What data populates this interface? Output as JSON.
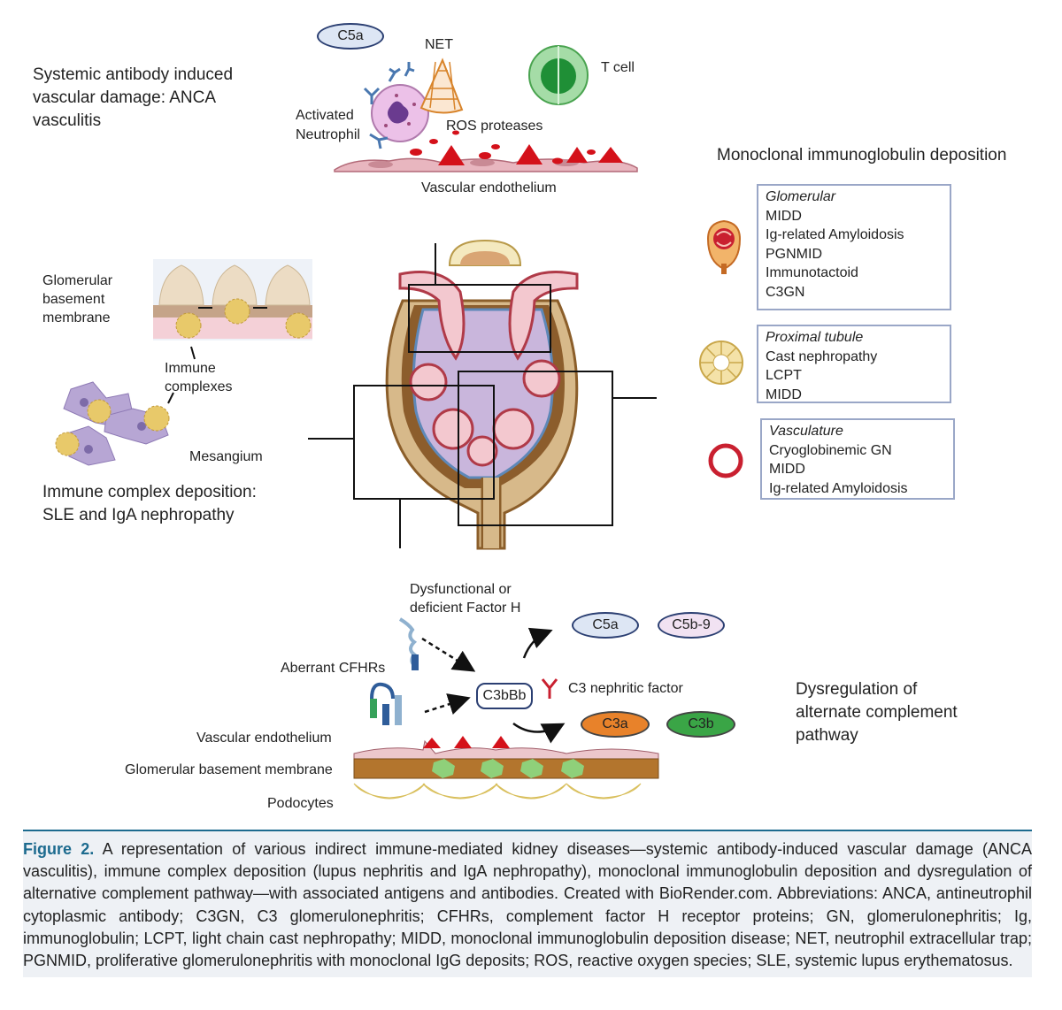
{
  "anca": {
    "heading": [
      "Systemic antibody induced",
      "vascular damage: ANCA",
      "vasculitis"
    ],
    "c5a": "C5a",
    "net": "NET",
    "t_cell": "T cell",
    "activated_neutrophil": [
      "Activated",
      "Neutrophil"
    ],
    "ros": "ROS proteases",
    "vascular_endothelium": "Vascular endothelium"
  },
  "monoclonal": {
    "heading": "Monoclonal immunoglobulin deposition",
    "glomerular": {
      "header": "Glomerular",
      "items": [
        "MIDD",
        "Ig-related Amyloidosis",
        "PGNMID",
        "Immunotactoid",
        "C3GN"
      ]
    },
    "proximal": {
      "header": "Proximal tubule",
      "items": [
        "Cast nephropathy",
        "LCPT",
        "MIDD"
      ]
    },
    "vasculature": {
      "header": "Vasculature",
      "items": [
        "Cryoglobinemic GN",
        "MIDD",
        "Ig-related Amyloidosis"
      ]
    }
  },
  "immune": {
    "gbm": [
      "Glomerular",
      "basement",
      "membrane"
    ],
    "immune_complexes": [
      "Immune",
      "complexes"
    ],
    "mesangium": "Mesangium",
    "heading": [
      "Immune complex deposition:",
      "SLE and IgA nephropathy"
    ]
  },
  "complement": {
    "factor_h": [
      "Dysfunctional or",
      "deficient Factor H"
    ],
    "aberrant": "Aberrant CFHRs",
    "c3bbb": "C3bBb",
    "c5a": "C5a",
    "c5b9": "C5b-9",
    "c3nef": "C3 nephritic factor",
    "c3a": "C3a",
    "c3b": "C3b",
    "vascular_endothelium": "Vascular endothelium",
    "gbm": "Glomerular basement membrane",
    "podocytes": "Podocytes",
    "heading": [
      "Dysregulation of",
      "alternate complement",
      "pathway"
    ]
  },
  "caption": {
    "label": "Figure 2.",
    "text": " A representation of various indirect immune-mediated kidney diseases—systemic antibody-induced vascular damage (ANCA vasculitis), immune complex deposition (lupus nephritis and IgA nephropathy), monoclonal immunoglobulin deposition and dysregulation of alternative complement pathway—with associated antigens and antibodies. Created with BioRender.com. Abbreviations: ANCA, antineutrophil cytoplasmic antibody; C3GN, C3 glomerulonephritis; CFHRs, complement factor H receptor proteins; GN, glomerulonephritis; Ig, immunoglobulin; LCPT, light chain cast nephropathy; MIDD, monoclonal immunoglobulin deposition disease; NET, neutrophil extracellular trap; PGNMID, proliferative glomerulonephritis with monoclonal IgG deposits; ROS, reactive oxygen species; SLE, systemic lupus erythematosus."
  },
  "colors": {
    "pill_border": "#2b3f72",
    "c5a_fill": "#dde6f4",
    "c5b9_fill": "#f1e2f2",
    "c3a_fill": "#e8822a",
    "c3b_fill": "#3aa546",
    "box_border": "#9aa7c7",
    "caption_accent": "#1d6b8f"
  }
}
